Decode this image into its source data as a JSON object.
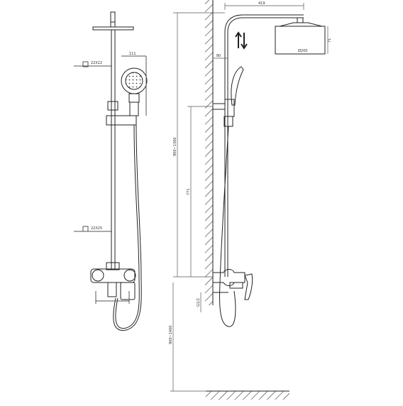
{
  "drawing": {
    "front_view": {
      "rail_section_upper": "22X22",
      "rail_section_lower": "22X25",
      "handset_dim": "111"
    },
    "side_view": {
      "arm_reach_dim": "419",
      "head_height_dim": "71",
      "head_diameter_label": "Ø200",
      "total_height_dim": "900~1300",
      "mid_height_dim": "771",
      "rail_offset_dim": "80",
      "inlet_dim": "G1/2",
      "floor_height_dim": "900~1400"
    },
    "colors": {
      "line": "#222222",
      "dim": "#555555",
      "hatch": "#333333"
    }
  }
}
